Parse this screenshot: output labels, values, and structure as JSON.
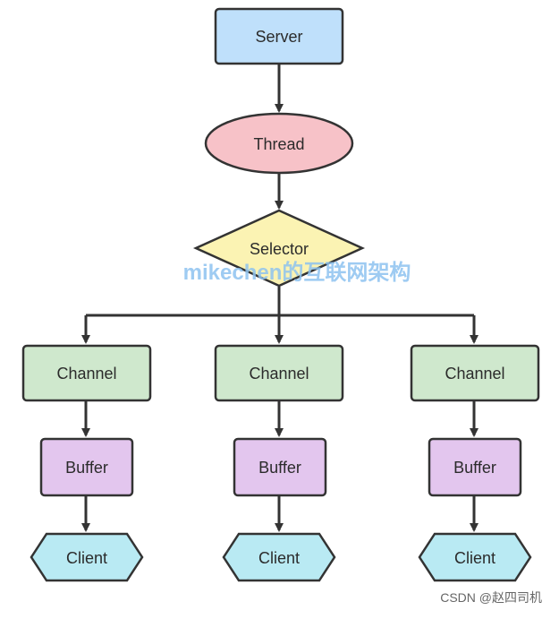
{
  "diagram": {
    "server": {
      "label": "Server",
      "fill": "#bfe0fb",
      "stroke": "#333333"
    },
    "thread": {
      "label": "Thread",
      "fill": "#f7c2c8",
      "stroke": "#333333"
    },
    "selector": {
      "label": "Selector",
      "fill": "#fbf3b3",
      "stroke": "#333333"
    },
    "branches": [
      {
        "channel": "Channel",
        "buffer": "Buffer",
        "client": "Client"
      },
      {
        "channel": "Channel",
        "buffer": "Buffer",
        "client": "Client"
      },
      {
        "channel": "Channel",
        "buffer": "Buffer",
        "client": "Client"
      }
    ],
    "colors": {
      "channel": "#cfe8cd",
      "buffer": "#e3c6ee",
      "client": "#b9eaf3",
      "edge": "#333333"
    }
  },
  "watermark": "mikechen的互联网架构",
  "footer": "CSDN @赵四司机"
}
